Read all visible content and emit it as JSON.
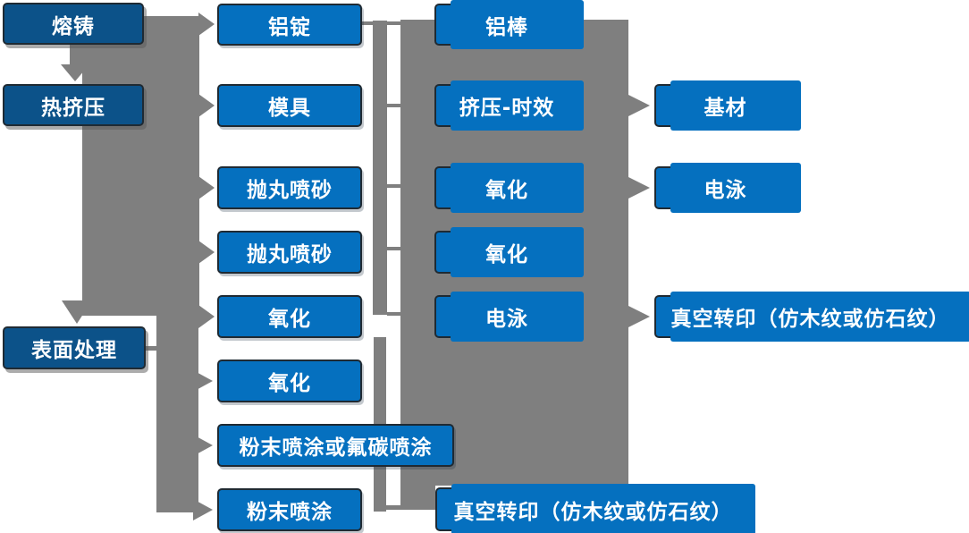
{
  "diagram": {
    "nodes": {
      "melting_casting": {
        "label": "熔铸"
      },
      "hot_extrusion": {
        "label": "热挤压"
      },
      "surface_treatment": {
        "label": "表面处理"
      },
      "aluminum_ingot": {
        "label": "铝锭"
      },
      "mold": {
        "label": "模具"
      },
      "shot_blast_1": {
        "label": "抛丸喷砂"
      },
      "shot_blast_2": {
        "label": "抛丸喷砂"
      },
      "oxidation_1": {
        "label": "氧化"
      },
      "oxidation_2": {
        "label": "氧化"
      },
      "powder_fluorocarbon": {
        "label": "粉末喷涂或氟碳喷涂"
      },
      "powder_coating": {
        "label": "粉末喷涂"
      },
      "aluminum_rod": {
        "label": "铝棒"
      },
      "extrusion_aging": {
        "label": "挤压-时效"
      },
      "oxidation_3": {
        "label": "氧化"
      },
      "oxidation_4": {
        "label": "氧化"
      },
      "electrophoresis_1": {
        "label": "电泳"
      },
      "vacuum_transfer_bottom": {
        "label": "真空转印（仿木纹或仿石纹）"
      },
      "base_material": {
        "label": "基材"
      },
      "electrophoresis_2": {
        "label": "电泳"
      },
      "vacuum_transfer_right": {
        "label": "真空转印（仿木纹或仿石纹）"
      }
    },
    "colors": {
      "node_blue": "#0570bf",
      "node_dark_blue": "#0c5289",
      "connector_gray": "#7f7f7f",
      "node_border": "#1f2a33",
      "node_text": "#ffffff"
    }
  }
}
